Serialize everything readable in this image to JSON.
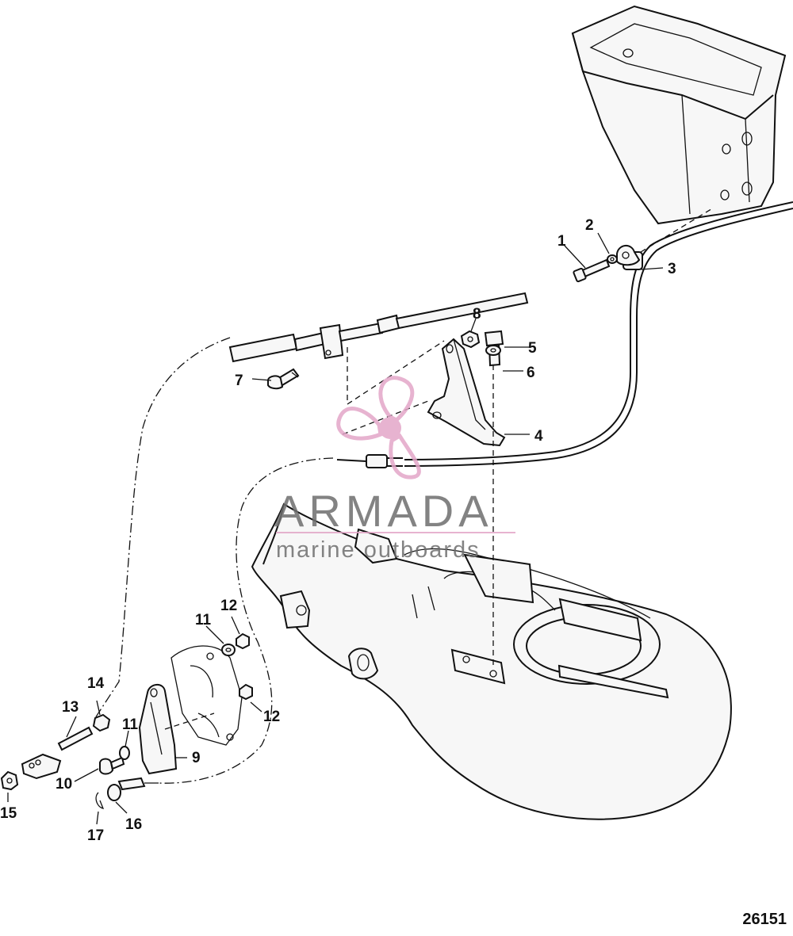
{
  "figure": {
    "id": "26151"
  },
  "watermark": {
    "brand": "ARMADA",
    "tagline": "marine outboards",
    "logo_color": "#e3a6c8"
  },
  "callouts": [
    "1",
    "2",
    "3",
    "4",
    "5",
    "6",
    "7",
    "8",
    "9",
    "10",
    "11",
    "12",
    "13",
    "14",
    "15",
    "16",
    "17"
  ]
}
